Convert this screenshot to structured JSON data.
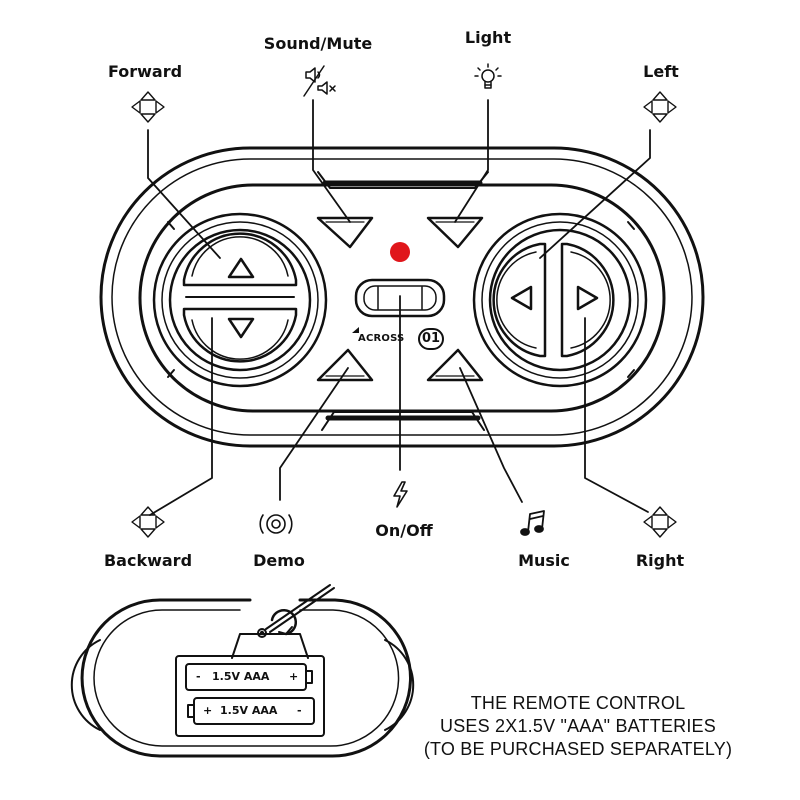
{
  "labels": {
    "forward": "Forward",
    "sound_mute": "Sound/Mute",
    "light": "Light",
    "left": "Left",
    "backward": "Backward",
    "demo": "Demo",
    "on_off": "On/Off",
    "music": "Music",
    "right": "Right"
  },
  "remote": {
    "brand": "ACROSS",
    "model": "01",
    "indicator_color": "#e0161b"
  },
  "battery_compartment": {
    "battery_top": {
      "left_sign": "-",
      "text": "1.5V  AAA",
      "right_sign": "+"
    },
    "battery_bottom": {
      "left_sign": "+",
      "text": "1.5V  AAA",
      "right_sign": "-"
    }
  },
  "note": {
    "line1": "THE REMOTE CONTROL",
    "line2": "USES 2X1.5V \"AAA\" BATTERIES",
    "line3": "(TO BE PURCHASED SEPARATELY)"
  },
  "icons": {
    "forward": "dpad-icon",
    "sound": "speaker-mute-icon",
    "light": "bulb-icon",
    "left": "dpad-icon",
    "backward": "dpad-icon",
    "demo": "demo-disc-icon",
    "on_off": "lightning-icon",
    "music": "music-note-icon",
    "right": "dpad-icon"
  }
}
